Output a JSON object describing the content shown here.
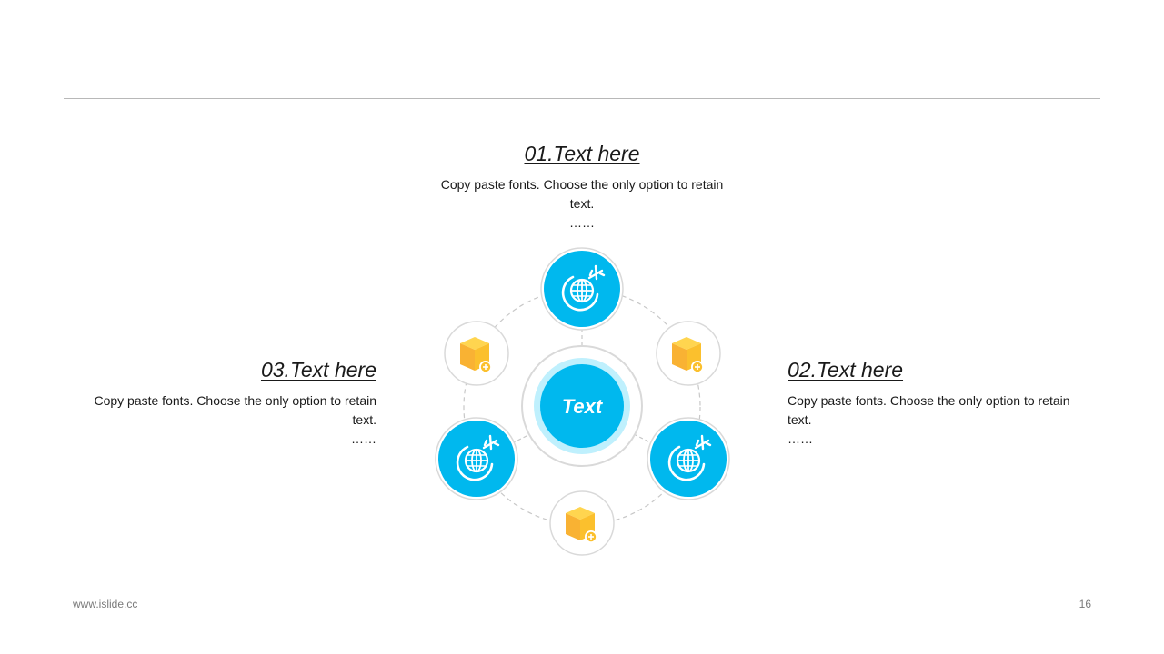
{
  "items": [
    {
      "title": "01.Text here",
      "body": "Copy paste fonts. Choose the only option to retain text.",
      "ellipsis": "……"
    },
    {
      "title": "02.Text here",
      "body": "Copy paste fonts. Choose the only option to retain text.",
      "ellipsis": "……"
    },
    {
      "title": "03.Text here",
      "body": "Copy paste fonts. Choose the only option to retain text.",
      "ellipsis": "……"
    }
  ],
  "center_label": "Text",
  "footer": {
    "website": "www.islide.cc",
    "page_number": "16"
  },
  "colors": {
    "accent_blue": "#00b8ee",
    "accent_yellow": "#fbc02d",
    "ring_gray": "#d9d9d9",
    "dash_gray": "#c8c8c8"
  },
  "icons": {
    "major": "globe-plane-icon",
    "minor": "box-add-icon"
  }
}
